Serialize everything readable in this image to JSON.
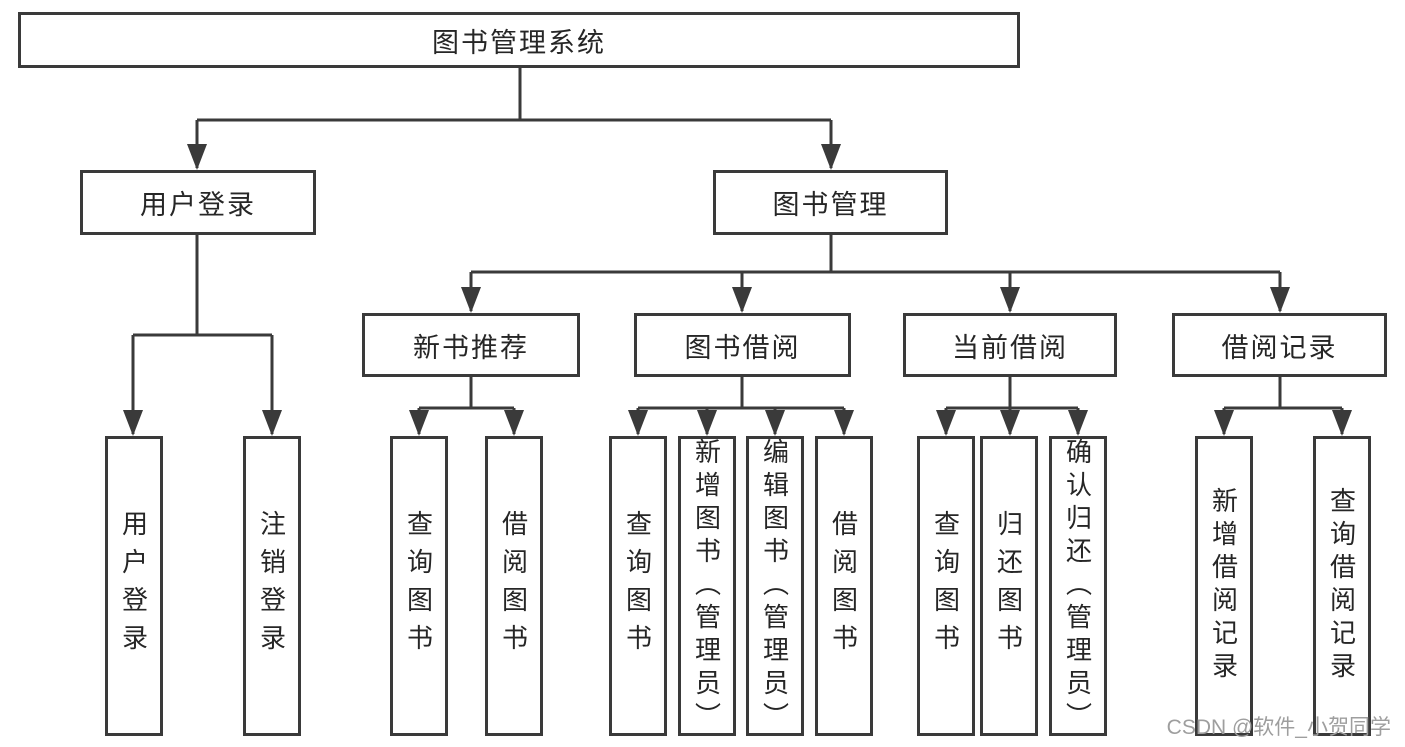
{
  "diagram": {
    "root": "图书管理系统",
    "level2": {
      "user_login": "用户登录",
      "book_management": "图书管理"
    },
    "level3": {
      "new_book_recommend": "新书推荐",
      "book_borrow": "图书借阅",
      "current_borrow": "当前借阅",
      "borrow_record": "借阅记录"
    },
    "leaves": {
      "login": "用户登录",
      "logout": "注销登录",
      "recommend_query_book": "查询图书",
      "recommend_borrow_book": "借阅图书",
      "borrow_query_book": "查询图书",
      "borrow_add_book": "新增图书（管理员）",
      "borrow_edit_book": "编辑图书（管理员）",
      "borrow_borrow_book": "借阅图书",
      "current_query_book": "查询图书",
      "current_return_book": "归还图书",
      "current_confirm_return": "确认归还（管理员）",
      "record_add": "新增借阅记录",
      "record_query": "查询借阅记录"
    }
  },
  "watermark": "CSDN @软件_小贺同学",
  "colors": {
    "line": "#3a3a3a",
    "text": "#262626",
    "watermark": "#9e9e9e",
    "background": "#ffffff"
  }
}
